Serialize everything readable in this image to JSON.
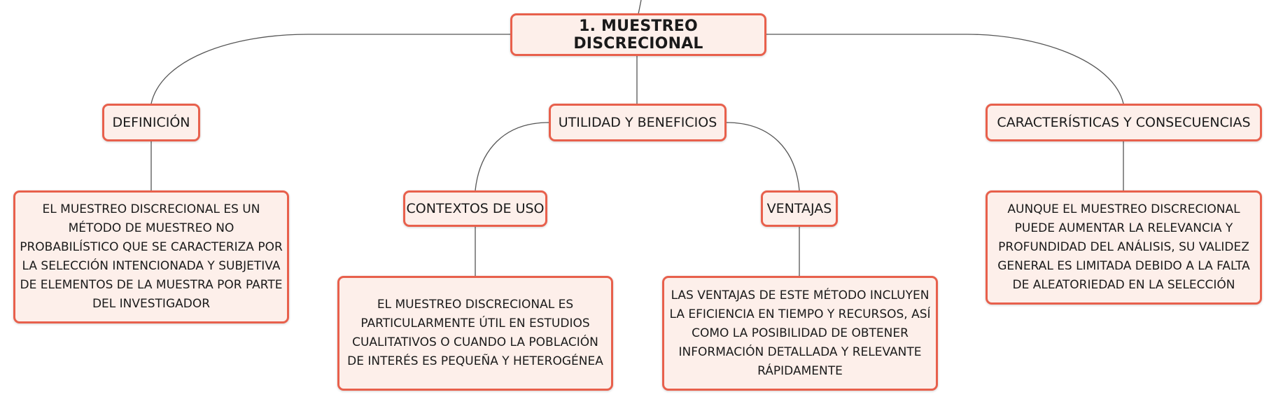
{
  "root": {
    "label": "1. MUESTREO DISCRECIONAL"
  },
  "definicion": {
    "label": "DEFINICIÓN",
    "text": "EL MUESTREO DISCRECIONAL ES UN MÉTODO DE MUESTREO NO PROBABILÍSTICO QUE SE CARACTERIZA POR LA SELECCIÓN INTENCIONADA Y SUBJETIVA DE ELEMENTOS DE LA MUESTRA POR PARTE DEL INVESTIGADOR"
  },
  "utilidad": {
    "label": "UTILIDAD Y BENEFICIOS",
    "contextos": {
      "label": "CONTEXTOS DE USO",
      "text": "EL MUESTREO DISCRECIONAL ES PARTICULARMENTE ÚTIL EN ESTUDIOS CUALITATIVOS O CUANDO LA POBLACIÓN DE INTERÉS ES PEQUEÑA Y HETEROGÉNEA"
    },
    "ventajas": {
      "label": "VENTAJAS",
      "text": "LAS VENTAJAS DE ESTE MÉTODO INCLUYEN LA EFICIENCIA EN TIEMPO Y RECURSOS, ASÍ COMO LA POSIBILIDAD DE OBTENER INFORMACIÓN DETALLADA Y RELEVANTE RÁPIDAMENTE"
    }
  },
  "caracteristicas": {
    "label": "CARACTERÍSTICAS Y CONSECUENCIAS",
    "text": "AUNQUE EL MUESTREO DISCRECIONAL PUEDE AUMENTAR LA RELEVANCIA Y PROFUNDIDAD DEL ANÁLISIS, SU VALIDEZ GENERAL ES LIMITADA DEBIDO A LA FALTA DE ALEATORIEDAD EN LA SELECCIÓN"
  },
  "colors": {
    "node_border": "#e8604c",
    "node_fill": "#fdefea",
    "connector": "#555555"
  }
}
